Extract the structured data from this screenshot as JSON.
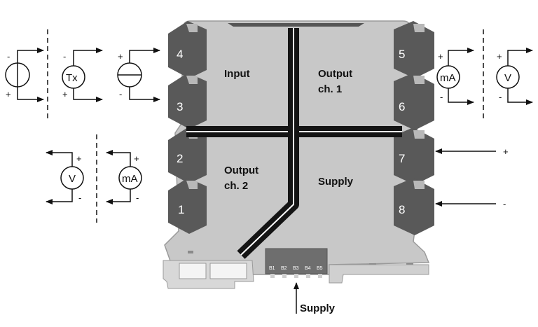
{
  "zones": {
    "input": "Input",
    "output_ch1_line1": "Output",
    "output_ch1_line2": "ch. 1",
    "output_ch2_line1": "Output",
    "output_ch2_line2": "ch. 2",
    "supply": "Supply"
  },
  "terminals": {
    "t1": "1",
    "t2": "2",
    "t3": "3",
    "t4": "4",
    "t5": "5",
    "t6": "6",
    "t7": "7",
    "t8": "8"
  },
  "symbols": {
    "transmitter": "Tx",
    "milliamp": "mA",
    "volt": "V"
  },
  "signs": {
    "plus": "+",
    "minus": "-"
  },
  "connector_pins": [
    "B1",
    "B2",
    "B3",
    "B4",
    "B5"
  ],
  "bottom_supply_label": "Supply",
  "icons": {
    "voltage_source": "voltage-source-icon",
    "current_source": "current-source-icon",
    "arrow": "arrow-icon"
  },
  "colors": {
    "housing": "#c8c8c8",
    "terminal": "#595959",
    "divider": "#141414"
  }
}
